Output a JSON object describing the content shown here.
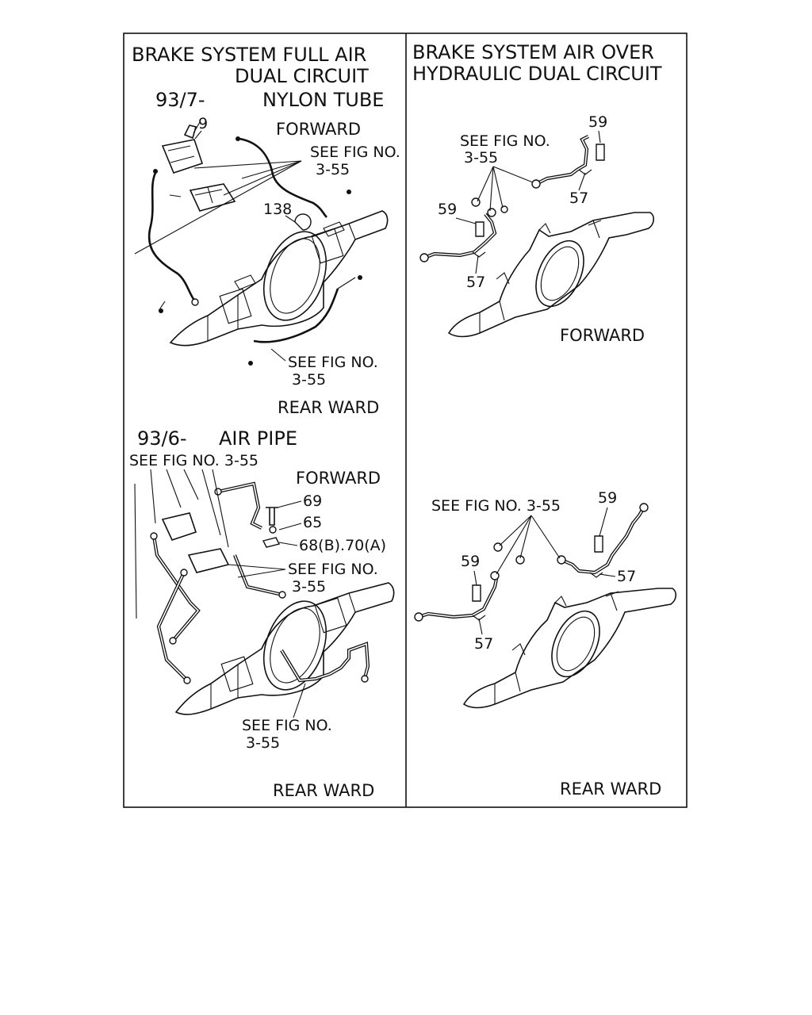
{
  "panels": {
    "top_left": {
      "title_line1": "BRAKE  SYSTEM FULL AIR",
      "title_line2": "DUAL CIRCUIT",
      "code": "93/7-",
      "variant": "NYLON TUBE",
      "forward": "FORWARD",
      "see_fig_1": "SEE FIG NO.",
      "see_fig_1_num": "3-55",
      "see_fig_2": "SEE FIG NO.",
      "see_fig_2_num": "3-55",
      "part_9": "9",
      "part_138": "138",
      "rear": "REAR  WARD"
    },
    "bottom_left": {
      "code": "93/6-",
      "variant": "AIR PIPE",
      "see_fig_top": "SEE FIG NO. 3-55",
      "forward": "FORWARD",
      "part_69": "69",
      "part_65": "65",
      "part_68_70": "68(B).70(A)",
      "see_fig_mid": "SEE FIG NO.",
      "see_fig_mid_num": "3-55",
      "see_fig_bot": "SEE FIG NO.",
      "see_fig_bot_num": "3-55",
      "rear": "REAR  WARD"
    },
    "top_right": {
      "title_line1": "BRAKE SYSTEM AIR OVER",
      "title_line2": "HYDRAULIC DUAL CIRCUIT",
      "see_fig": "SEE FIG NO.",
      "see_fig_num": "3-55",
      "part_59a": "59",
      "part_59b": "59",
      "part_57a": "57",
      "part_57b": "57",
      "forward": "FORWARD"
    },
    "bottom_right": {
      "see_fig": "SEE FIG NO. 3-55",
      "part_59a": "59",
      "part_59b": "59",
      "part_57a": "57",
      "part_57b": "57",
      "rear": "REAR  WARD"
    }
  }
}
